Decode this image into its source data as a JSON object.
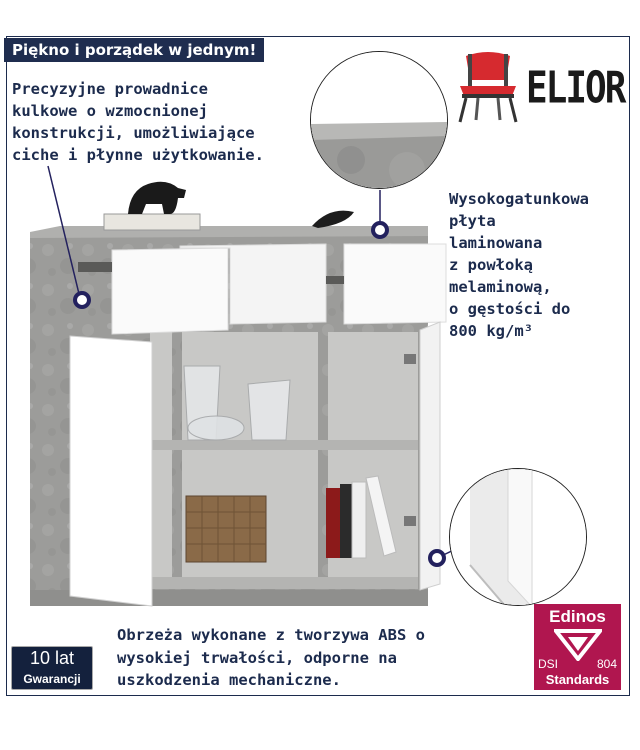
{
  "banner": {
    "text": "Piękno i porządek w jednym!"
  },
  "callouts": {
    "drawers": "Precyzyjne prowadnice\nkulkowe o wzmocnionej\nkonstrukcji, umożliwiające\nciche i płynne użytkowanie.",
    "board": "Wysokogatunkowa\npłyta\nlaminowana\nz powłoką\nmelaminową,\no gęstości do\n800 kg/m³",
    "edges": "Obrzeża wykonane z tworzywa ABS o\nwysokiej trwałości, odporne na\nuszkodzenia mechaniczne."
  },
  "brand": {
    "name": "ELIOR",
    "icon": "red-chair-icon"
  },
  "warranty": {
    "years": "10 lat",
    "label": "Gwarancji"
  },
  "certificate": {
    "top": "Edinos",
    "left": "DSI",
    "right": "804",
    "bottom": "Standards"
  },
  "colors": {
    "navy": "#1f2d4f",
    "concrete": "#9a9a98",
    "white_panel": "#ffffff",
    "cert_magenta": "#b0164f",
    "chair_red": "#d62a2f",
    "marker": "#23215e"
  }
}
